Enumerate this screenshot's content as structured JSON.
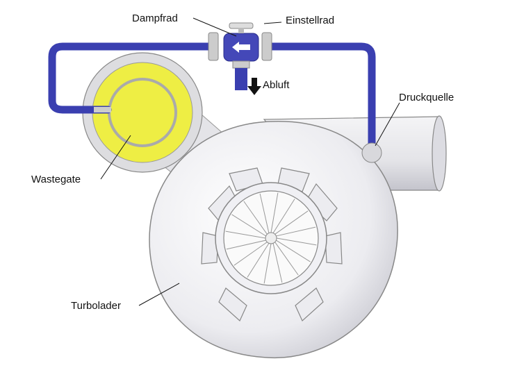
{
  "labels": {
    "dampfrad": "Dampfrad",
    "einstellrad": "Einstellrad",
    "abluft": "Abluft",
    "druckquelle": "Druckquelle",
    "wastegate": "Wastegate",
    "turbolader": "Turbolader"
  },
  "colors": {
    "pipe": "#3a3fb0",
    "wastegate": "#eeee44",
    "housing": "#e8e8ec"
  }
}
